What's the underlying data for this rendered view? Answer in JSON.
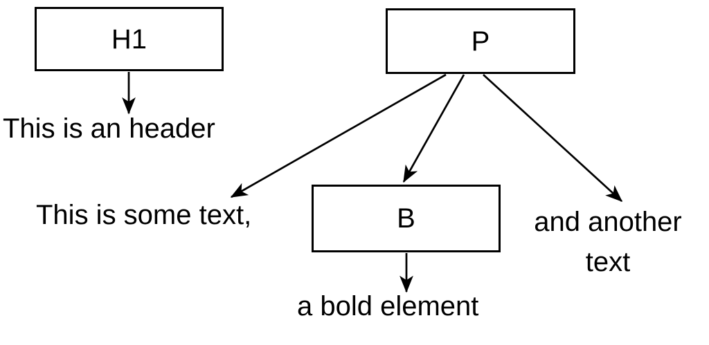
{
  "diagram": {
    "background": "#ffffff",
    "stroke_color": "#000000",
    "text_color": "#000000",
    "nodes": {
      "h1": {
        "label": "H1"
      },
      "p": {
        "label": "P"
      },
      "b": {
        "label": "B"
      }
    },
    "leaves": {
      "header": {
        "label": "This is an header"
      },
      "some": {
        "label": "This is some text,"
      },
      "another": {
        "label": "and another text"
      },
      "bold": {
        "label": "a bold element"
      }
    },
    "edges": [
      {
        "from": "H1",
        "to": "This is an header"
      },
      {
        "from": "P",
        "to": "This is some text,"
      },
      {
        "from": "P",
        "to": "B"
      },
      {
        "from": "P",
        "to": "and another text"
      },
      {
        "from": "B",
        "to": "a bold element"
      }
    ]
  }
}
